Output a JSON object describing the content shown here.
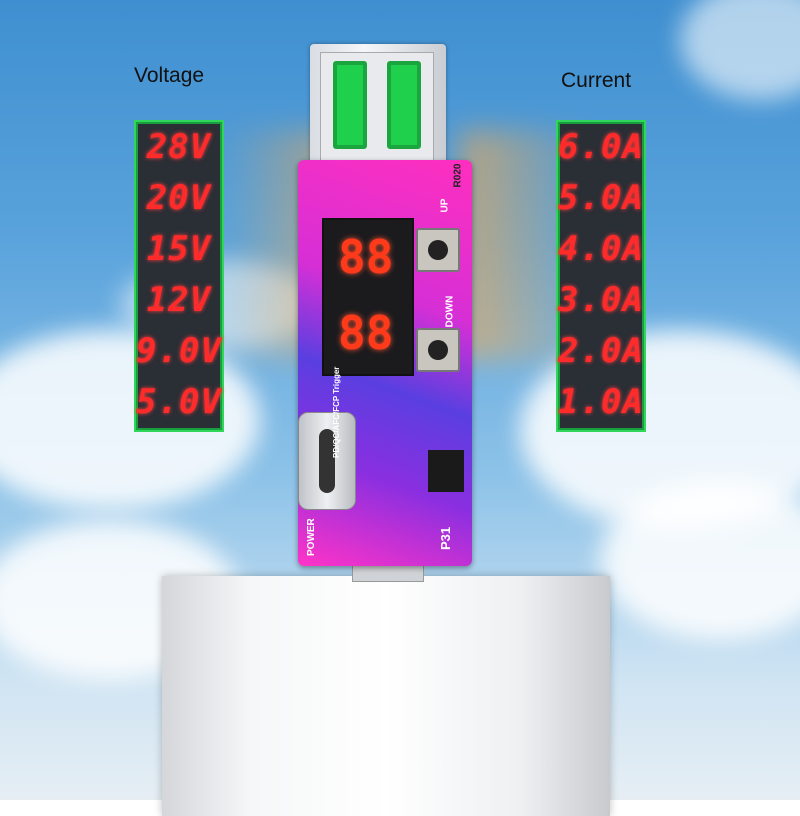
{
  "labels": {
    "voltage": "Voltage",
    "current": "Current"
  },
  "voltage_panel": [
    "28V",
    "20V",
    "15V",
    "12V",
    "9.0V",
    "5.0V"
  ],
  "current_panel": [
    "6.0A",
    "5.0A",
    "4.0A",
    "3.0A",
    "2.0A",
    "1.0A"
  ],
  "display": {
    "top": "88",
    "bottom": "88"
  },
  "pcb": {
    "model": "P31",
    "power": "POWER",
    "up": "UP",
    "down": "DOWN",
    "trigger": "PD/QC/AFC/FCP Trigger",
    "chip": "R020"
  },
  "colors": {
    "segment": "#ff2a2a",
    "panel_border": "#2fd65a",
    "pcb": "#ff2fbf"
  }
}
